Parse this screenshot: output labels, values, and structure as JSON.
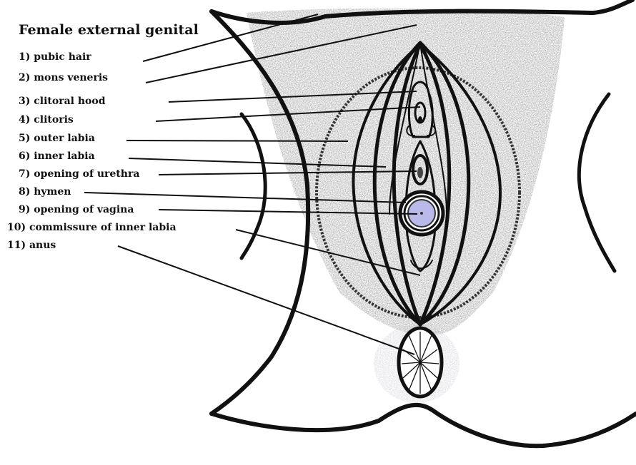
{
  "title": "Female external genital",
  "labels": [
    "1) pubic hair",
    "2) mons veneris",
    "3) clitoral hood",
    "4)  clitoris",
    "5) outer labia",
    "6) inner labia",
    "7) opening of urethra",
    "8) hymen",
    "9) opening of vagina",
    "10) commissure of inner labia",
    "11) anus"
  ],
  "colors": {
    "ink": "#111111",
    "hair": "#8c8c8c",
    "vagina_fill": "#b9b9ea",
    "shadow": "#c7c7cf"
  }
}
